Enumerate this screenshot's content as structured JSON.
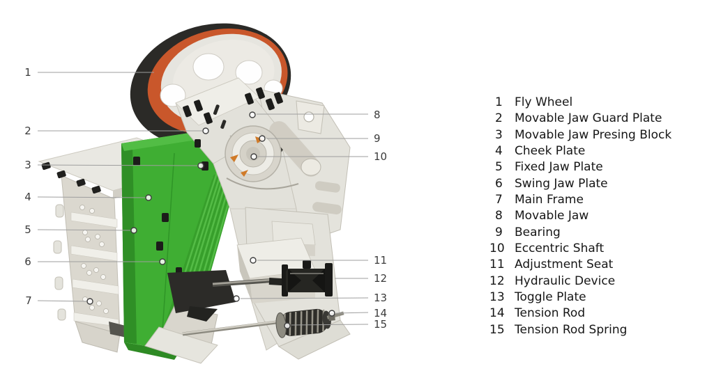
{
  "legend": {
    "items": [
      {
        "num": "1",
        "label": "Fly Wheel"
      },
      {
        "num": "2",
        "label": "Movable Jaw Guard Plate"
      },
      {
        "num": "3",
        "label": "Movable Jaw Presing Block"
      },
      {
        "num": "4",
        "label": "Cheek Plate"
      },
      {
        "num": "5",
        "label": "Fixed Jaw Plate"
      },
      {
        "num": "6",
        "label": "Swing Jaw Plate"
      },
      {
        "num": "7",
        "label": "Main Frame"
      },
      {
        "num": "8",
        "label": "Movable Jaw"
      },
      {
        "num": "9",
        "label": "Bearing"
      },
      {
        "num": "10",
        "label": "Eccentric Shaft"
      },
      {
        "num": "11",
        "label": "Adjustment Seat"
      },
      {
        "num": "12",
        "label": "Hydraulic Device"
      },
      {
        "num": "13",
        "label": "Toggle Plate"
      },
      {
        "num": "14",
        "label": "Tension Rod"
      },
      {
        "num": "15",
        "label": "Tension Rod Spring"
      }
    ]
  },
  "diagram": {
    "callouts": [
      "1",
      "2",
      "3",
      "4",
      "5",
      "6",
      "7",
      "8",
      "9",
      "10",
      "11",
      "12",
      "13",
      "14",
      "15"
    ]
  },
  "colors": {
    "background": "#ffffff",
    "flywheel_tire_black": "#2b2a27",
    "flywheel_rim_orange": "#c9572b",
    "jaw_plate_green": "#3fae33",
    "jaw_plate_green_dark": "#2f8f26",
    "frame_grey_light": "#e8e7e1",
    "frame_grey_mid": "#d6d4cb",
    "hardware_black": "#222220",
    "leader_line_grey": "#9e9e9e",
    "callout_text": "#3b3b3b",
    "legend_text": "#161616"
  }
}
